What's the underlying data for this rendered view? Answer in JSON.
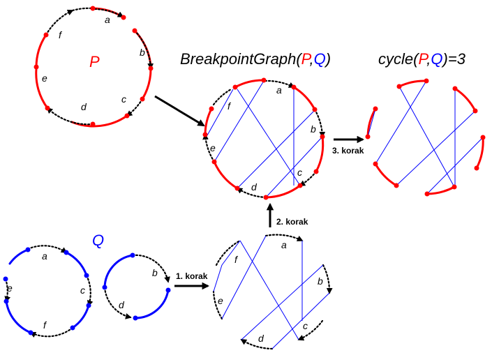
{
  "labels": {
    "P": "P",
    "Q": "Q",
    "a": "a",
    "b": "b",
    "c": "c",
    "d": "d",
    "e": "e",
    "f": "f"
  },
  "title": {
    "bg_prefix": "BreakpointGraph(",
    "p": "P",
    "comma": ",",
    "q": "Q",
    "bg_suffix": ")",
    "cycle_prefix": "cycle(",
    "cycle_suffix": ")=3"
  },
  "steps": {
    "one": "1. korak",
    "two": "2. korak",
    "three": "3. korak"
  },
  "colors": {
    "p": "#ff0000",
    "q": "#0000ff",
    "adjacency": "#000000"
  }
}
